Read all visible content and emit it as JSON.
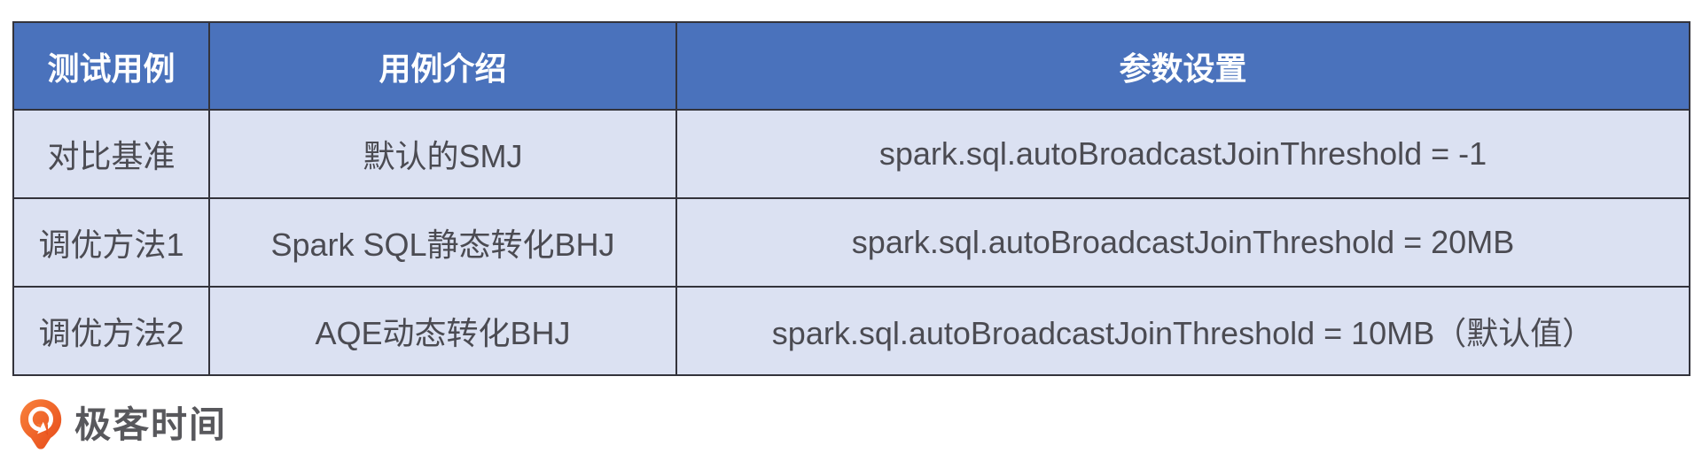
{
  "table": {
    "headers": {
      "test_case": "测试用例",
      "case_intro": "用例介绍",
      "param_settings": "参数设置"
    },
    "rows": [
      {
        "test_case": "对比基准",
        "case_intro": "默认的SMJ",
        "param_settings": "spark.sql.autoBroadcastJoinThreshold = -1"
      },
      {
        "test_case": "调优方法1",
        "case_intro": "Spark SQL静态转化BHJ",
        "param_settings": "spark.sql.autoBroadcastJoinThreshold = 20MB"
      },
      {
        "test_case": "调优方法2",
        "case_intro": "AQE动态转化BHJ",
        "param_settings": "spark.sql.autoBroadcastJoinThreshold = 10MB（默认值）"
      }
    ]
  },
  "branding": {
    "logo_text": "极客时间",
    "logo_icon": "geektime-pin-icon"
  },
  "colors": {
    "header_bg": "#4a72bc",
    "header_text": "#ffffff",
    "row_bg": "#dbe1f2",
    "body_text": "#4b4b52",
    "border": "#33333b",
    "logo_orange": "#ee5c24",
    "logo_text_color": "#58585c"
  }
}
